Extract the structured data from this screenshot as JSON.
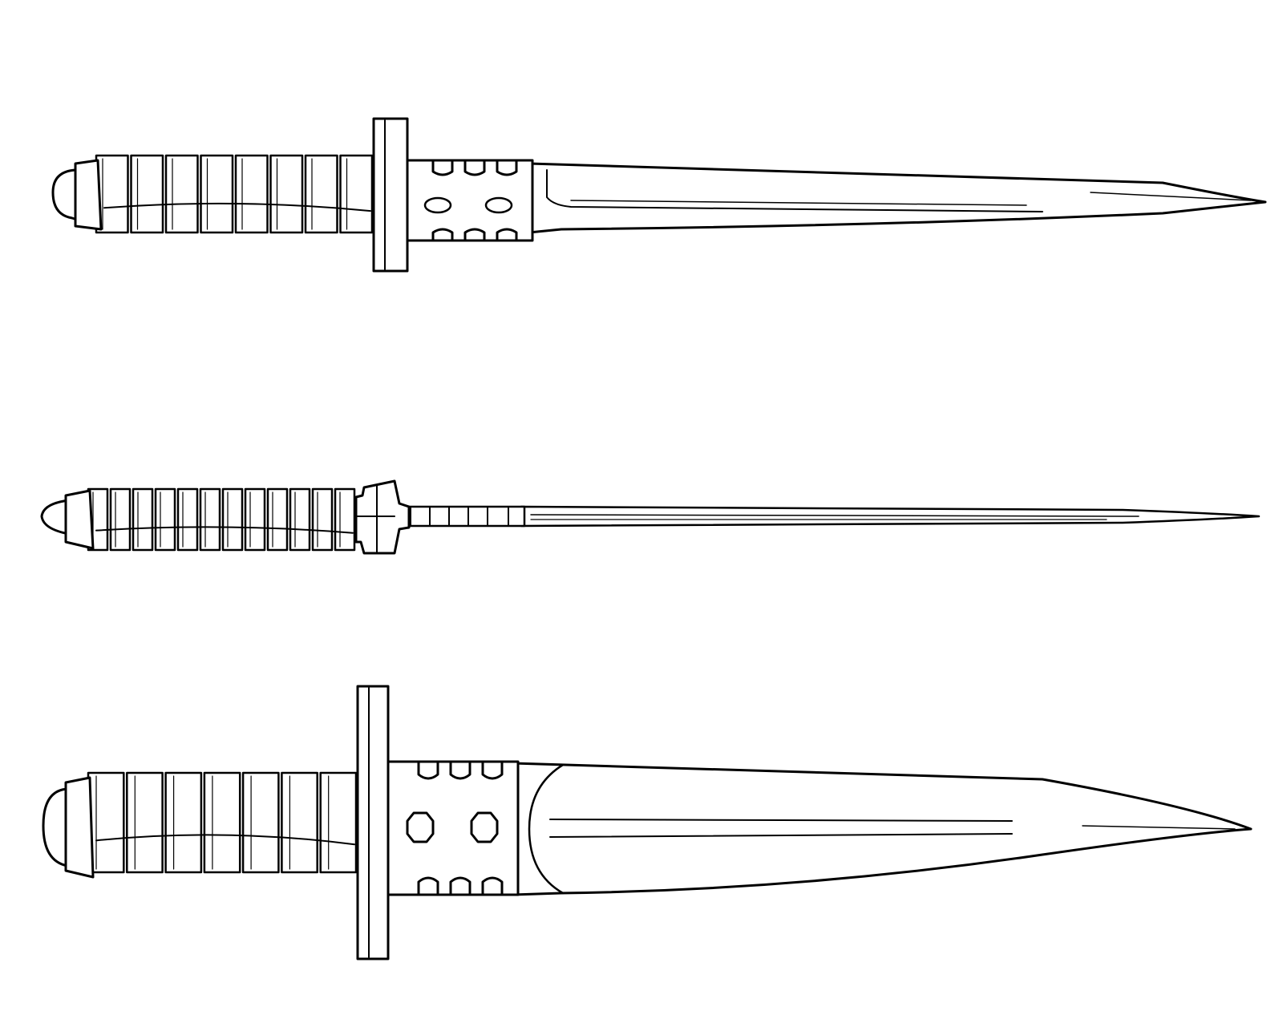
{
  "figure": {
    "kind": "line-art illustration",
    "background": "#ffffff",
    "ink": "#000000",
    "views": [
      {
        "id": "side-view"
      },
      {
        "id": "top-view"
      },
      {
        "id": "flat-view"
      }
    ]
  }
}
